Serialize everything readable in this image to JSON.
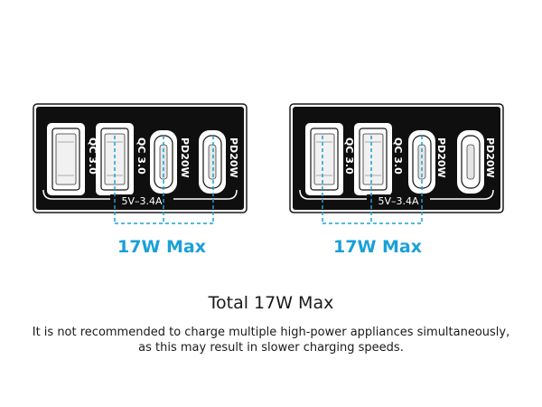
{
  "panels": [
    {
      "ports": [
        {
          "type": "usb-a",
          "label": "QC 3.0"
        },
        {
          "type": "usb-a",
          "label": "QC 3.0"
        },
        {
          "type": "usb-c",
          "label": "PD20W"
        },
        {
          "type": "usb-c",
          "label": "PD20W"
        }
      ],
      "output_label": "5V–3.4A",
      "max_label": "17W Max"
    },
    {
      "ports": [
        {
          "type": "usb-a",
          "label": "QC 3.0"
        },
        {
          "type": "usb-a",
          "label": "QC 3.0"
        },
        {
          "type": "usb-c",
          "label": "PD20W"
        },
        {
          "type": "usb-c",
          "label": "PD20W"
        }
      ],
      "output_label": "5V–3.4A",
      "max_label": "17W Max"
    }
  ],
  "title": "Total 17W Max",
  "note_line_1": "It is not recommended to charge multiple high-power appliances simultaneously,",
  "note_line_2": "as this may result in slower charging speeds.",
  "accent_color": "#1aa0d8"
}
